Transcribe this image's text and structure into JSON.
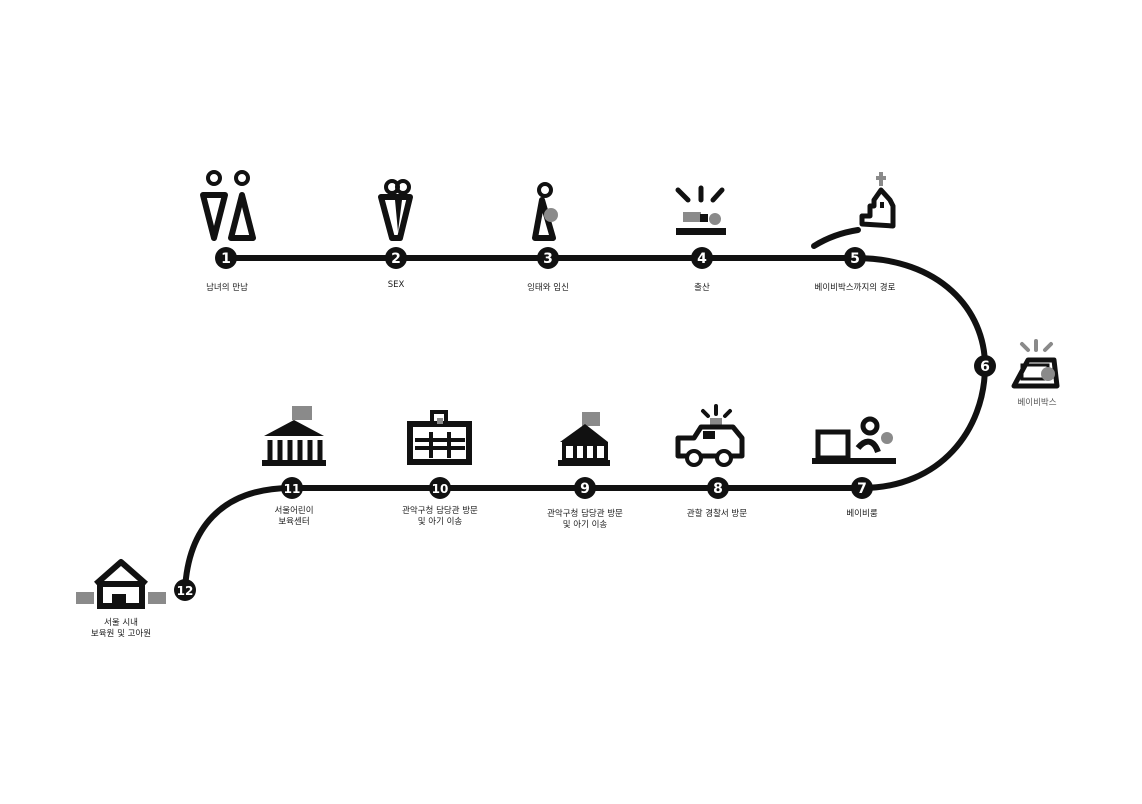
{
  "steps": [
    {
      "number": "1",
      "label": "남녀의 만남",
      "icon": "couple-icon"
    },
    {
      "number": "2",
      "label": "SEX",
      "icon": "embrace-icon"
    },
    {
      "number": "3",
      "label": "잉태와 임신",
      "icon": "pregnancy-icon"
    },
    {
      "number": "4",
      "label": "출산",
      "icon": "childbirth-icon"
    },
    {
      "number": "5",
      "label": "베이비박스까지의 경로",
      "icon": "church-hill-icon"
    },
    {
      "number": "6",
      "label": "베이비박스",
      "icon": "baby-box-icon"
    },
    {
      "number": "7",
      "label": "베이비룸",
      "icon": "baby-room-icon"
    },
    {
      "number": "8",
      "label": "관할 경찰서 방문",
      "icon": "police-car-icon"
    },
    {
      "number": "9",
      "label": "관악구청 담당관 방문\n및 아기 이송",
      "icon": "district-office-icon"
    },
    {
      "number": "10",
      "label": "관악구청 담당관 방문\n및 아기 이송",
      "icon": "office-building-icon"
    },
    {
      "number": "11",
      "label": "서울어린이\n보육센터",
      "icon": "childcare-center-icon"
    },
    {
      "number": "12",
      "label": "서울 시내\n보육원 및 고아원",
      "icon": "orphanage-icon"
    }
  ],
  "colors": {
    "line": "#111111",
    "node": "#111111",
    "accent_gray": "#8a8a8a",
    "background": "#ffffff"
  }
}
